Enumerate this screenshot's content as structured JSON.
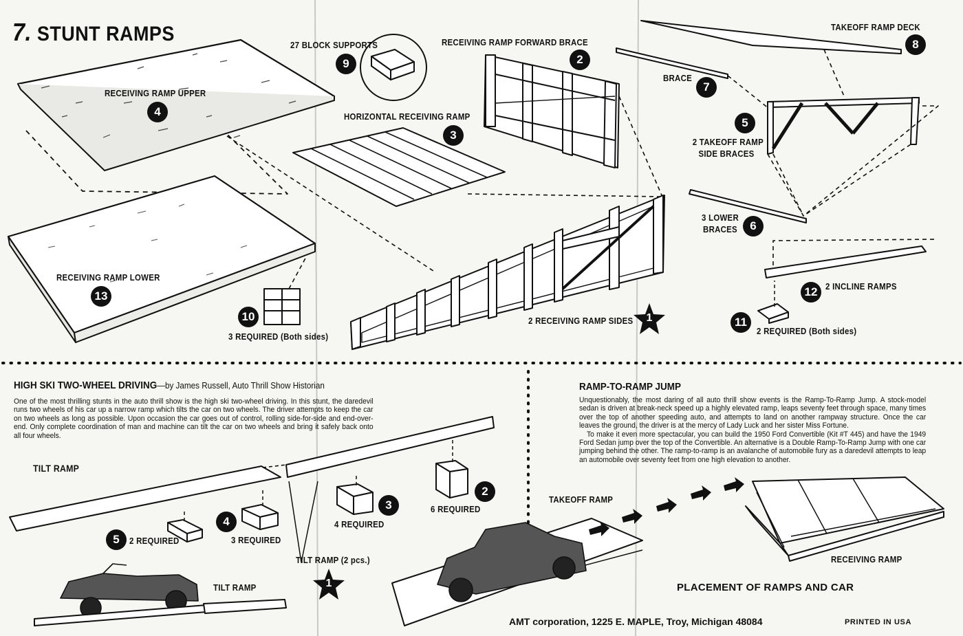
{
  "title": {
    "number": "7.",
    "text": "STUNT RAMPS"
  },
  "parts": {
    "receiving_ramp_upper": "RECEIVING RAMP UPPER",
    "receiving_ramp_lower": "RECEIVING RAMP LOWER",
    "block_supports": "27 BLOCK SUPPORTS",
    "horizontal_receiving_ramp": "HORIZONTAL RECEIVING RAMP",
    "receiving_ramp_forward_brace": "RECEIVING RAMP FORWARD BRACE",
    "receiving_ramp_sides": "2 RECEIVING RAMP SIDES",
    "three_required_both_sides": "3 REQUIRED (Both sides)",
    "takeoff_ramp_deck": "TAKEOFF RAMP DECK",
    "brace": "BRACE",
    "takeoff_side_braces_1": "2 TAKEOFF RAMP",
    "takeoff_side_braces_2": "SIDE BRACES",
    "lower_braces_1": "3 LOWER",
    "lower_braces_2": "BRACES",
    "incline_ramps": "2 INCLINE RAMPS",
    "two_required_both_sides": "2 REQUIRED (Both sides)"
  },
  "badges": {
    "b1": "1",
    "b2": "2",
    "b3": "3",
    "b4": "4",
    "b5": "5",
    "b6": "6",
    "b7": "7",
    "b8": "8",
    "b9": "9",
    "b10": "10",
    "b11": "11",
    "b12": "12",
    "b13": "13"
  },
  "high_ski": {
    "heading": "HIGH SKI TWO-WHEEL DRIVING",
    "byline": "—by James Russell, Auto Thrill Show Historian",
    "body": "One of the most thrilling stunts in the auto thrill show is the high ski two-wheel driving. In this stunt, the daredevil runs two wheels of his car up a narrow ramp which tilts the car on two wheels. The driver attempts to keep the car on two wheels as long as possible. Upon occasion the car goes out of control, rolling side-for-side and end-over-end. Only complete coordination of man and machine can tilt the car on two wheels and bring it safely back onto all four wheels.",
    "tilt_ramp_heading": "TILT RAMP",
    "two_required": "2 REQUIRED",
    "three_required": "3 REQUIRED",
    "four_required": "4 REQUIRED",
    "six_required": "6 REQUIRED",
    "tilt_ramp_2pcs": "TILT RAMP (2 pcs.)",
    "tilt_ramp_label": "TILT RAMP"
  },
  "jump": {
    "heading": "RAMP-TO-RAMP JUMP",
    "body1": "Unquestionably, the most daring of all auto thrill show events is the Ramp-To-Ramp Jump. A stock-model sedan is driven at break-neck speed up a highly elevated ramp, leaps seventy feet through space, many times over the top of another speeding auto, and attempts to land on another rampway structure. Once the car leaves the ground, the driver is at the mercy of Lady Luck and her sister Miss Fortune.",
    "body2": "To make it even more spectacular, you can build the 1950 Ford Convertible (Kit #T 445) and have the 1949 Ford Sedan jump over the top of the Convertible. An alternative is a Double Ramp-To-Ramp Jump with one car jumping behind the other. The ramp-to-ramp is an avalanche of automobile fury as a daredevil attempts to leap an automobile over seventy feet from one high elevation to another.",
    "takeoff_ramp": "TAKEOFF RAMP",
    "receiving_ramp": "RECEIVING RAMP",
    "placement": "PLACEMENT OF RAMPS AND CAR"
  },
  "footer": {
    "company": "AMT corporation, 1225 E. MAPLE, Troy, Michigan 48084",
    "printed": "PRINTED IN USA"
  }
}
